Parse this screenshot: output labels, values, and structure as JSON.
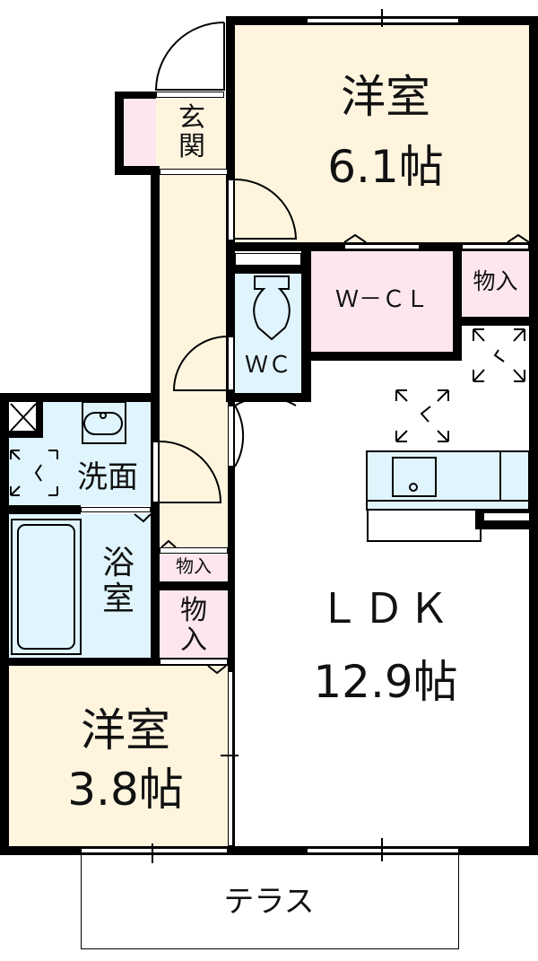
{
  "floorplan": {
    "rooms": [
      {
        "id": "western-room-1",
        "name": "洋室",
        "size": "6.1帖"
      },
      {
        "id": "entrance",
        "name": "玄関"
      },
      {
        "id": "wc",
        "name": "ＷＣ"
      },
      {
        "id": "walk-in-closet",
        "name": "Ｗ－ＣＬ"
      },
      {
        "id": "storage-1",
        "name": "物入"
      },
      {
        "id": "washroom",
        "name": "洗面"
      },
      {
        "id": "bathroom",
        "name": "浴室"
      },
      {
        "id": "storage-2",
        "name": "物入"
      },
      {
        "id": "storage-3",
        "name": "物入"
      },
      {
        "id": "ldk",
        "name": "ＬＤＫ",
        "size": "12.9帖"
      },
      {
        "id": "western-room-2",
        "name": "洋室",
        "size": "3.8帖"
      },
      {
        "id": "terrace",
        "name": "テラス"
      }
    ],
    "colors": {
      "living": "#fff5df",
      "storage": "#fde6ee",
      "wet": "#dff4fc",
      "wall": "#000000"
    }
  }
}
